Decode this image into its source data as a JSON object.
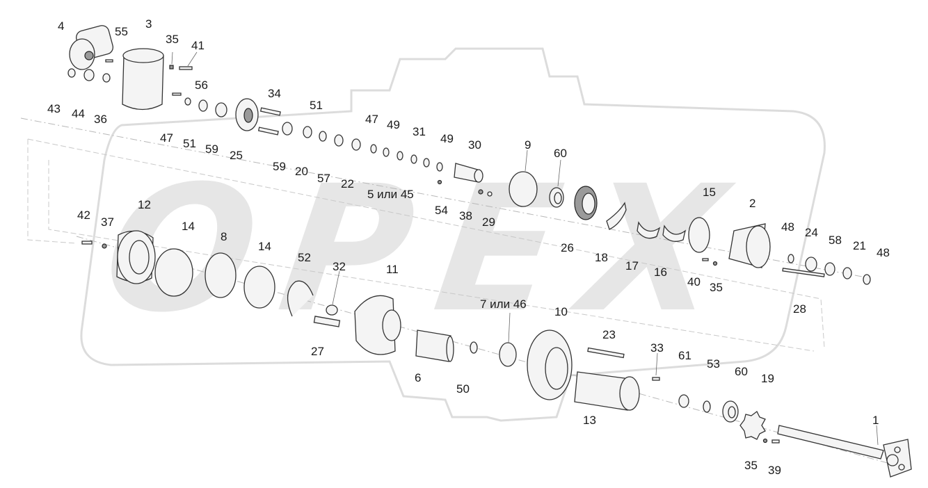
{
  "watermark": "OPEX",
  "callouts": [
    {
      "id": "c4",
      "text": "4"
    },
    {
      "id": "c55",
      "text": "55"
    },
    {
      "id": "c3",
      "text": "3"
    },
    {
      "id": "c35a",
      "text": "35"
    },
    {
      "id": "c41",
      "text": "41"
    },
    {
      "id": "c43",
      "text": "43"
    },
    {
      "id": "c44",
      "text": "44"
    },
    {
      "id": "c36",
      "text": "36"
    },
    {
      "id": "c56",
      "text": "56"
    },
    {
      "id": "c34",
      "text": "34"
    },
    {
      "id": "c51a",
      "text": "51"
    },
    {
      "id": "c47a",
      "text": "47"
    },
    {
      "id": "c51b",
      "text": "51"
    },
    {
      "id": "c59a",
      "text": "59"
    },
    {
      "id": "c25",
      "text": "25"
    },
    {
      "id": "c47b",
      "text": "47"
    },
    {
      "id": "c49a",
      "text": "49"
    },
    {
      "id": "c31",
      "text": "31"
    },
    {
      "id": "c49b",
      "text": "49"
    },
    {
      "id": "c30",
      "text": "30"
    },
    {
      "id": "c9",
      "text": "9"
    },
    {
      "id": "c60a",
      "text": "60"
    },
    {
      "id": "c59b",
      "text": "59"
    },
    {
      "id": "c20",
      "text": "20"
    },
    {
      "id": "c57",
      "text": "57"
    },
    {
      "id": "c22",
      "text": "22"
    },
    {
      "id": "c5",
      "text": "5 или 45"
    },
    {
      "id": "c54",
      "text": "54"
    },
    {
      "id": "c38",
      "text": "38"
    },
    {
      "id": "c29",
      "text": "29"
    },
    {
      "id": "c15",
      "text": "15"
    },
    {
      "id": "c2",
      "text": "2"
    },
    {
      "id": "c42",
      "text": "42"
    },
    {
      "id": "c37",
      "text": "37"
    },
    {
      "id": "c12",
      "text": "12"
    },
    {
      "id": "c14a",
      "text": "14"
    },
    {
      "id": "c8",
      "text": "8"
    },
    {
      "id": "c14b",
      "text": "14"
    },
    {
      "id": "c52",
      "text": "52"
    },
    {
      "id": "c32",
      "text": "32"
    },
    {
      "id": "c11",
      "text": "11"
    },
    {
      "id": "c26",
      "text": "26"
    },
    {
      "id": "c18",
      "text": "18"
    },
    {
      "id": "c17",
      "text": "17"
    },
    {
      "id": "c16",
      "text": "16"
    },
    {
      "id": "c40",
      "text": "40"
    },
    {
      "id": "c35b",
      "text": "35"
    },
    {
      "id": "c48a",
      "text": "48"
    },
    {
      "id": "c24",
      "text": "24"
    },
    {
      "id": "c58",
      "text": "58"
    },
    {
      "id": "c21",
      "text": "21"
    },
    {
      "id": "c48b",
      "text": "48"
    },
    {
      "id": "c28",
      "text": "28"
    },
    {
      "id": "c27",
      "text": "27"
    },
    {
      "id": "c7",
      "text": "7 или 46"
    },
    {
      "id": "c10",
      "text": "10"
    },
    {
      "id": "c23",
      "text": "23"
    },
    {
      "id": "c33",
      "text": "33"
    },
    {
      "id": "c61",
      "text": "61"
    },
    {
      "id": "c53",
      "text": "53"
    },
    {
      "id": "c60b",
      "text": "60"
    },
    {
      "id": "c19",
      "text": "19"
    },
    {
      "id": "c6",
      "text": "6"
    },
    {
      "id": "c50",
      "text": "50"
    },
    {
      "id": "c13",
      "text": "13"
    },
    {
      "id": "c1",
      "text": "1"
    },
    {
      "id": "c35c",
      "text": "35"
    },
    {
      "id": "c39",
      "text": "39"
    }
  ]
}
